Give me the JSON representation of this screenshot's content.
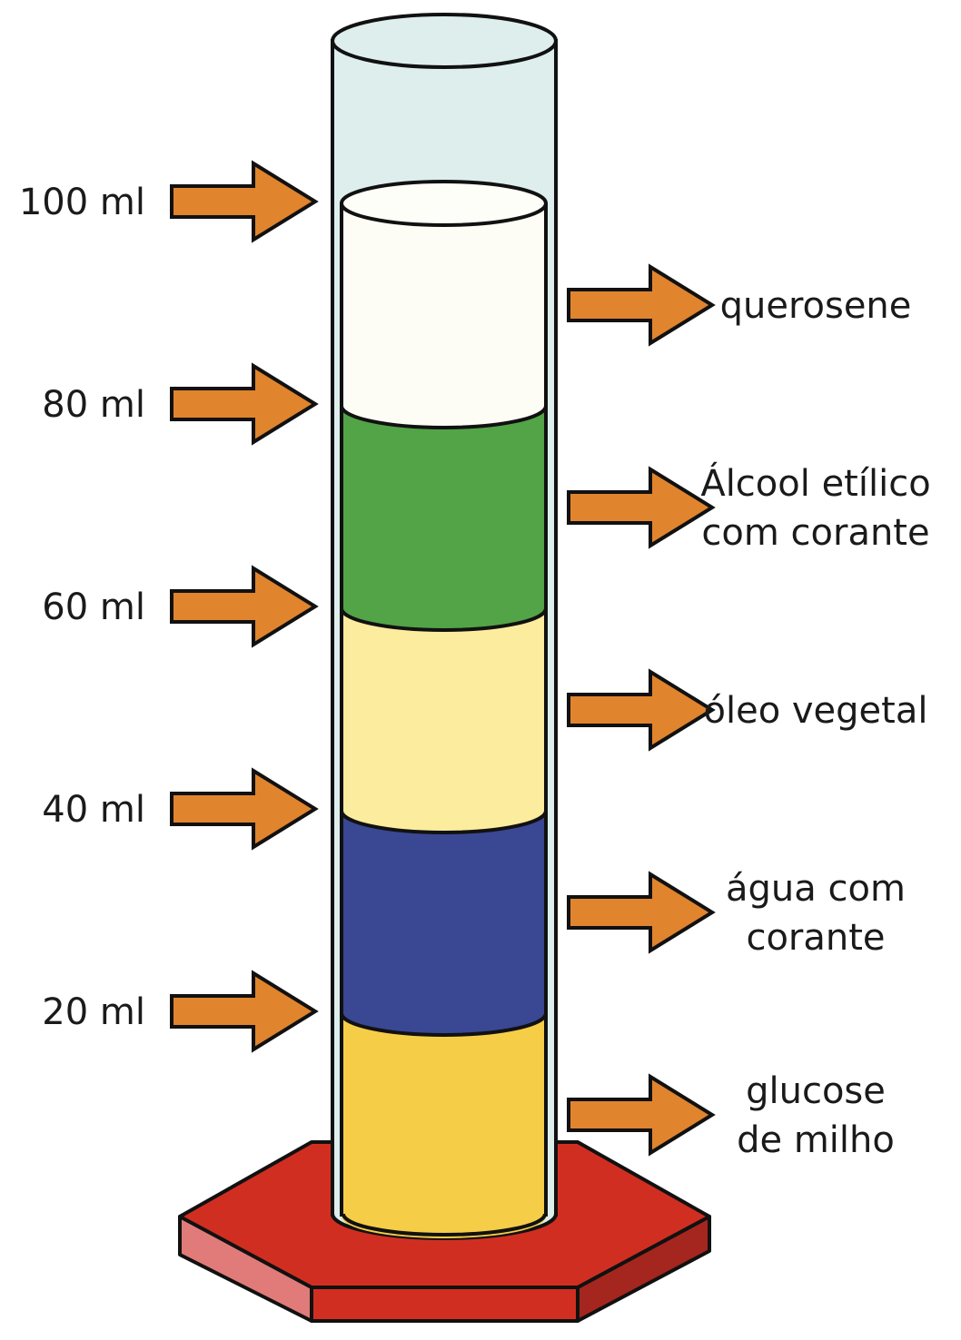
{
  "scale_marks": [
    {
      "label": "100 ml",
      "value": 100
    },
    {
      "label": "80 ml",
      "value": 80
    },
    {
      "label": "60 ml",
      "value": 60
    },
    {
      "label": "40 ml",
      "value": 40
    },
    {
      "label": "20 ml",
      "value": 20
    }
  ],
  "layers": [
    {
      "lines": [
        "querosene"
      ],
      "color": "#fdfcf5"
    },
    {
      "lines": [
        "Álcool etílico",
        "com corante"
      ],
      "color": "#52a447"
    },
    {
      "lines": [
        "óleo vegetal"
      ],
      "color": "#fcec9d"
    },
    {
      "lines": [
        "água com",
        "corante"
      ],
      "color": "#3a4793"
    },
    {
      "lines": [
        "glucose",
        "de milho"
      ],
      "color": "#f6cd47"
    }
  ],
  "colors": {
    "arrow": "#e0842e",
    "base_top": "#d12e22",
    "base_side_left": "#e07b79",
    "base_side_front": "#d12e22",
    "base_side_right": "#a5261e",
    "cylinder_glass": "#ddeeed"
  }
}
